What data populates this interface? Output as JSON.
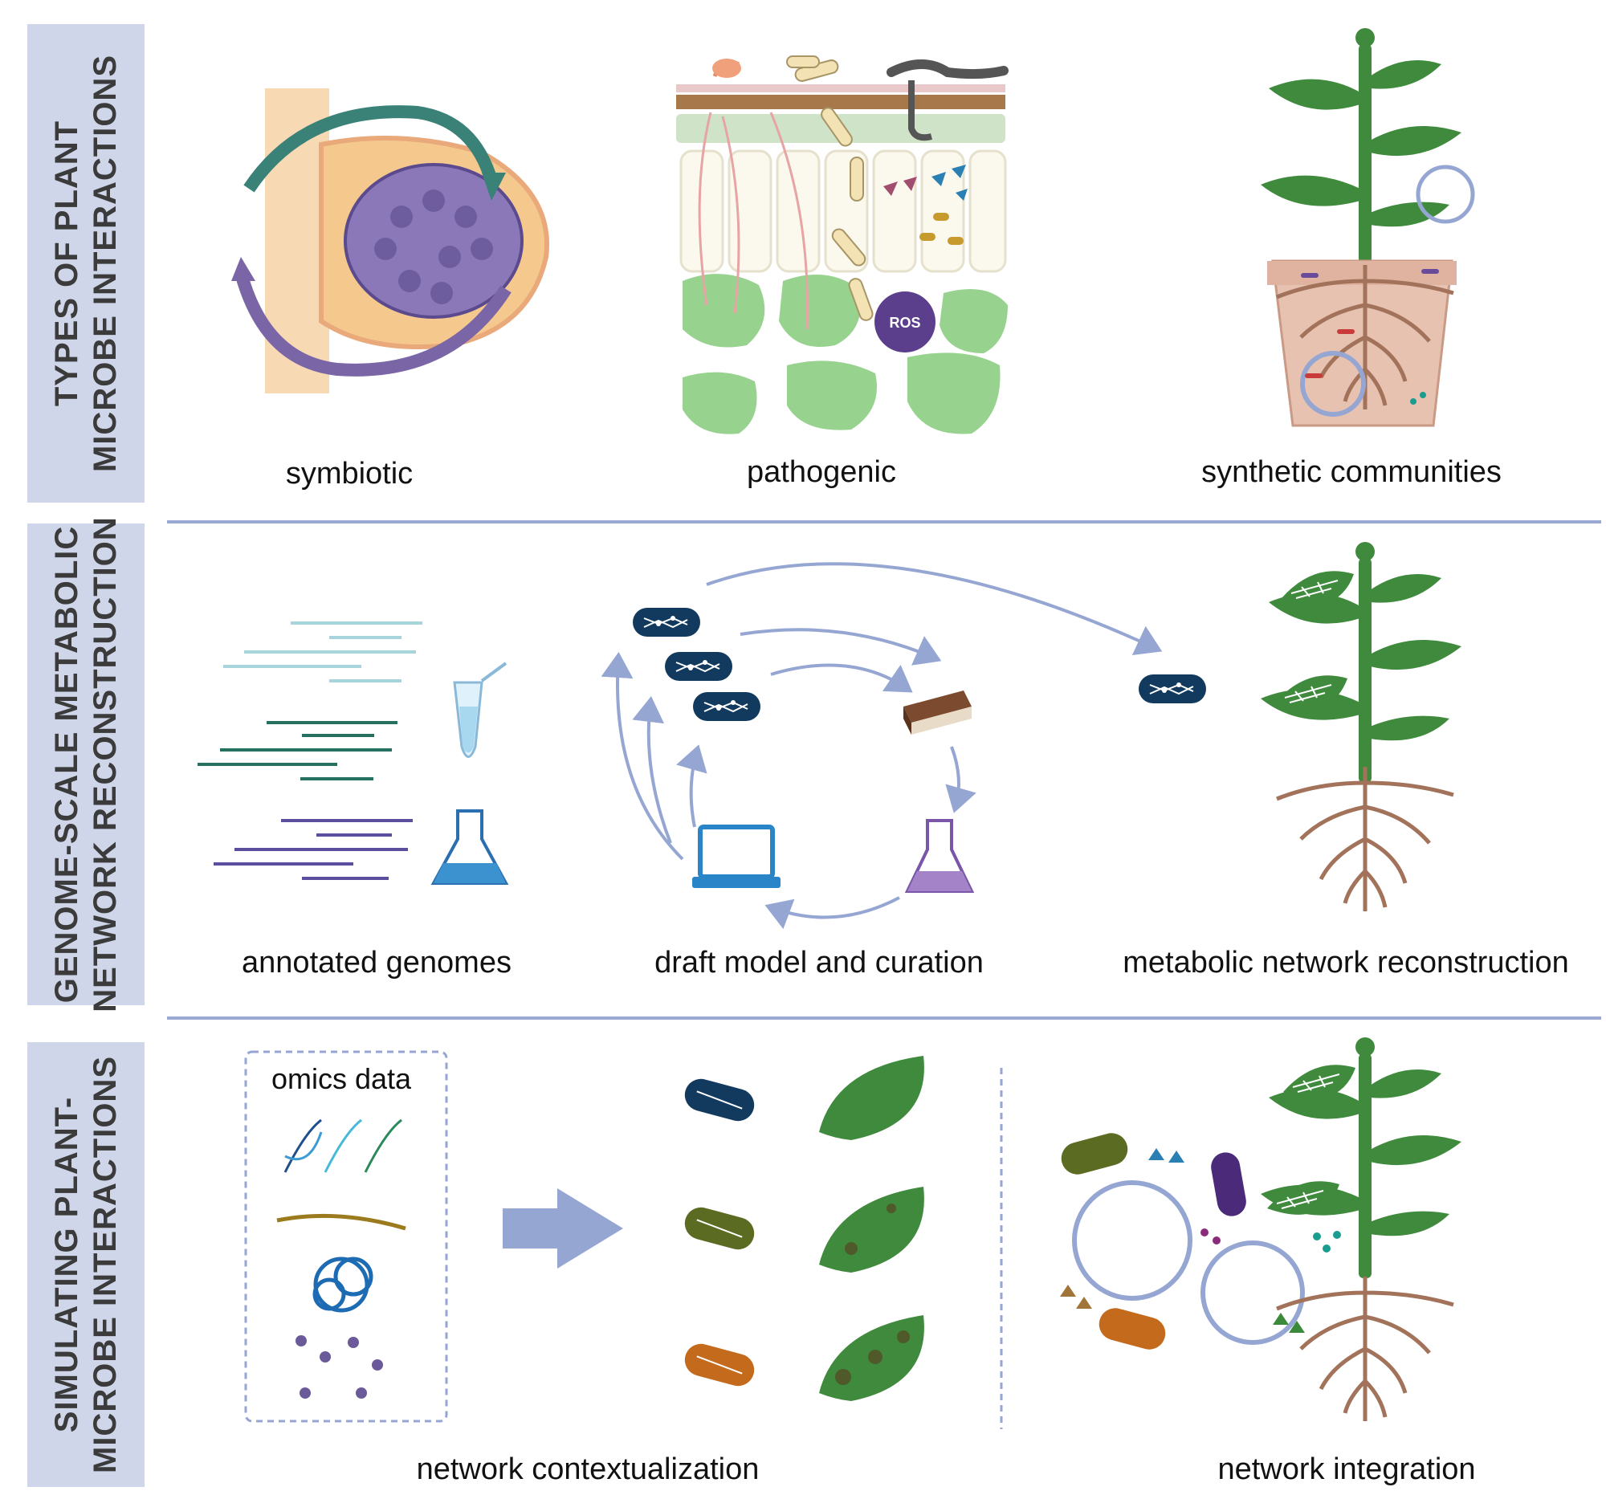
{
  "side_labels": {
    "row1": [
      "TYPES OF PLANT",
      "MICROBE INTERACTIONS"
    ],
    "row2": [
      "GENOME-SCALE METABOLIC",
      "NETWORK RECONSTRUCTION"
    ],
    "row3": [
      "SIMULATING PLANT-",
      "MICROBE INTERACTIONS"
    ]
  },
  "row1": {
    "symbiotic": "symbiotic",
    "pathogenic": "pathogenic",
    "synthetic": "synthetic communities",
    "ros": "ROS"
  },
  "row2": {
    "genomes": "annotated genomes",
    "draft": "draft model and curation",
    "reconstruction": "metabolic network reconstruction"
  },
  "row3": {
    "omics": "omics data",
    "contextualization": "network contextualization",
    "integration": "network integration"
  },
  "colors": {
    "label_bg": "#cfd6ea",
    "divider": "#9aa8d4",
    "arrow": "#95a6d3",
    "navy": "#123a5e",
    "plant": "#3f8a3c",
    "root": "#a2735a"
  }
}
